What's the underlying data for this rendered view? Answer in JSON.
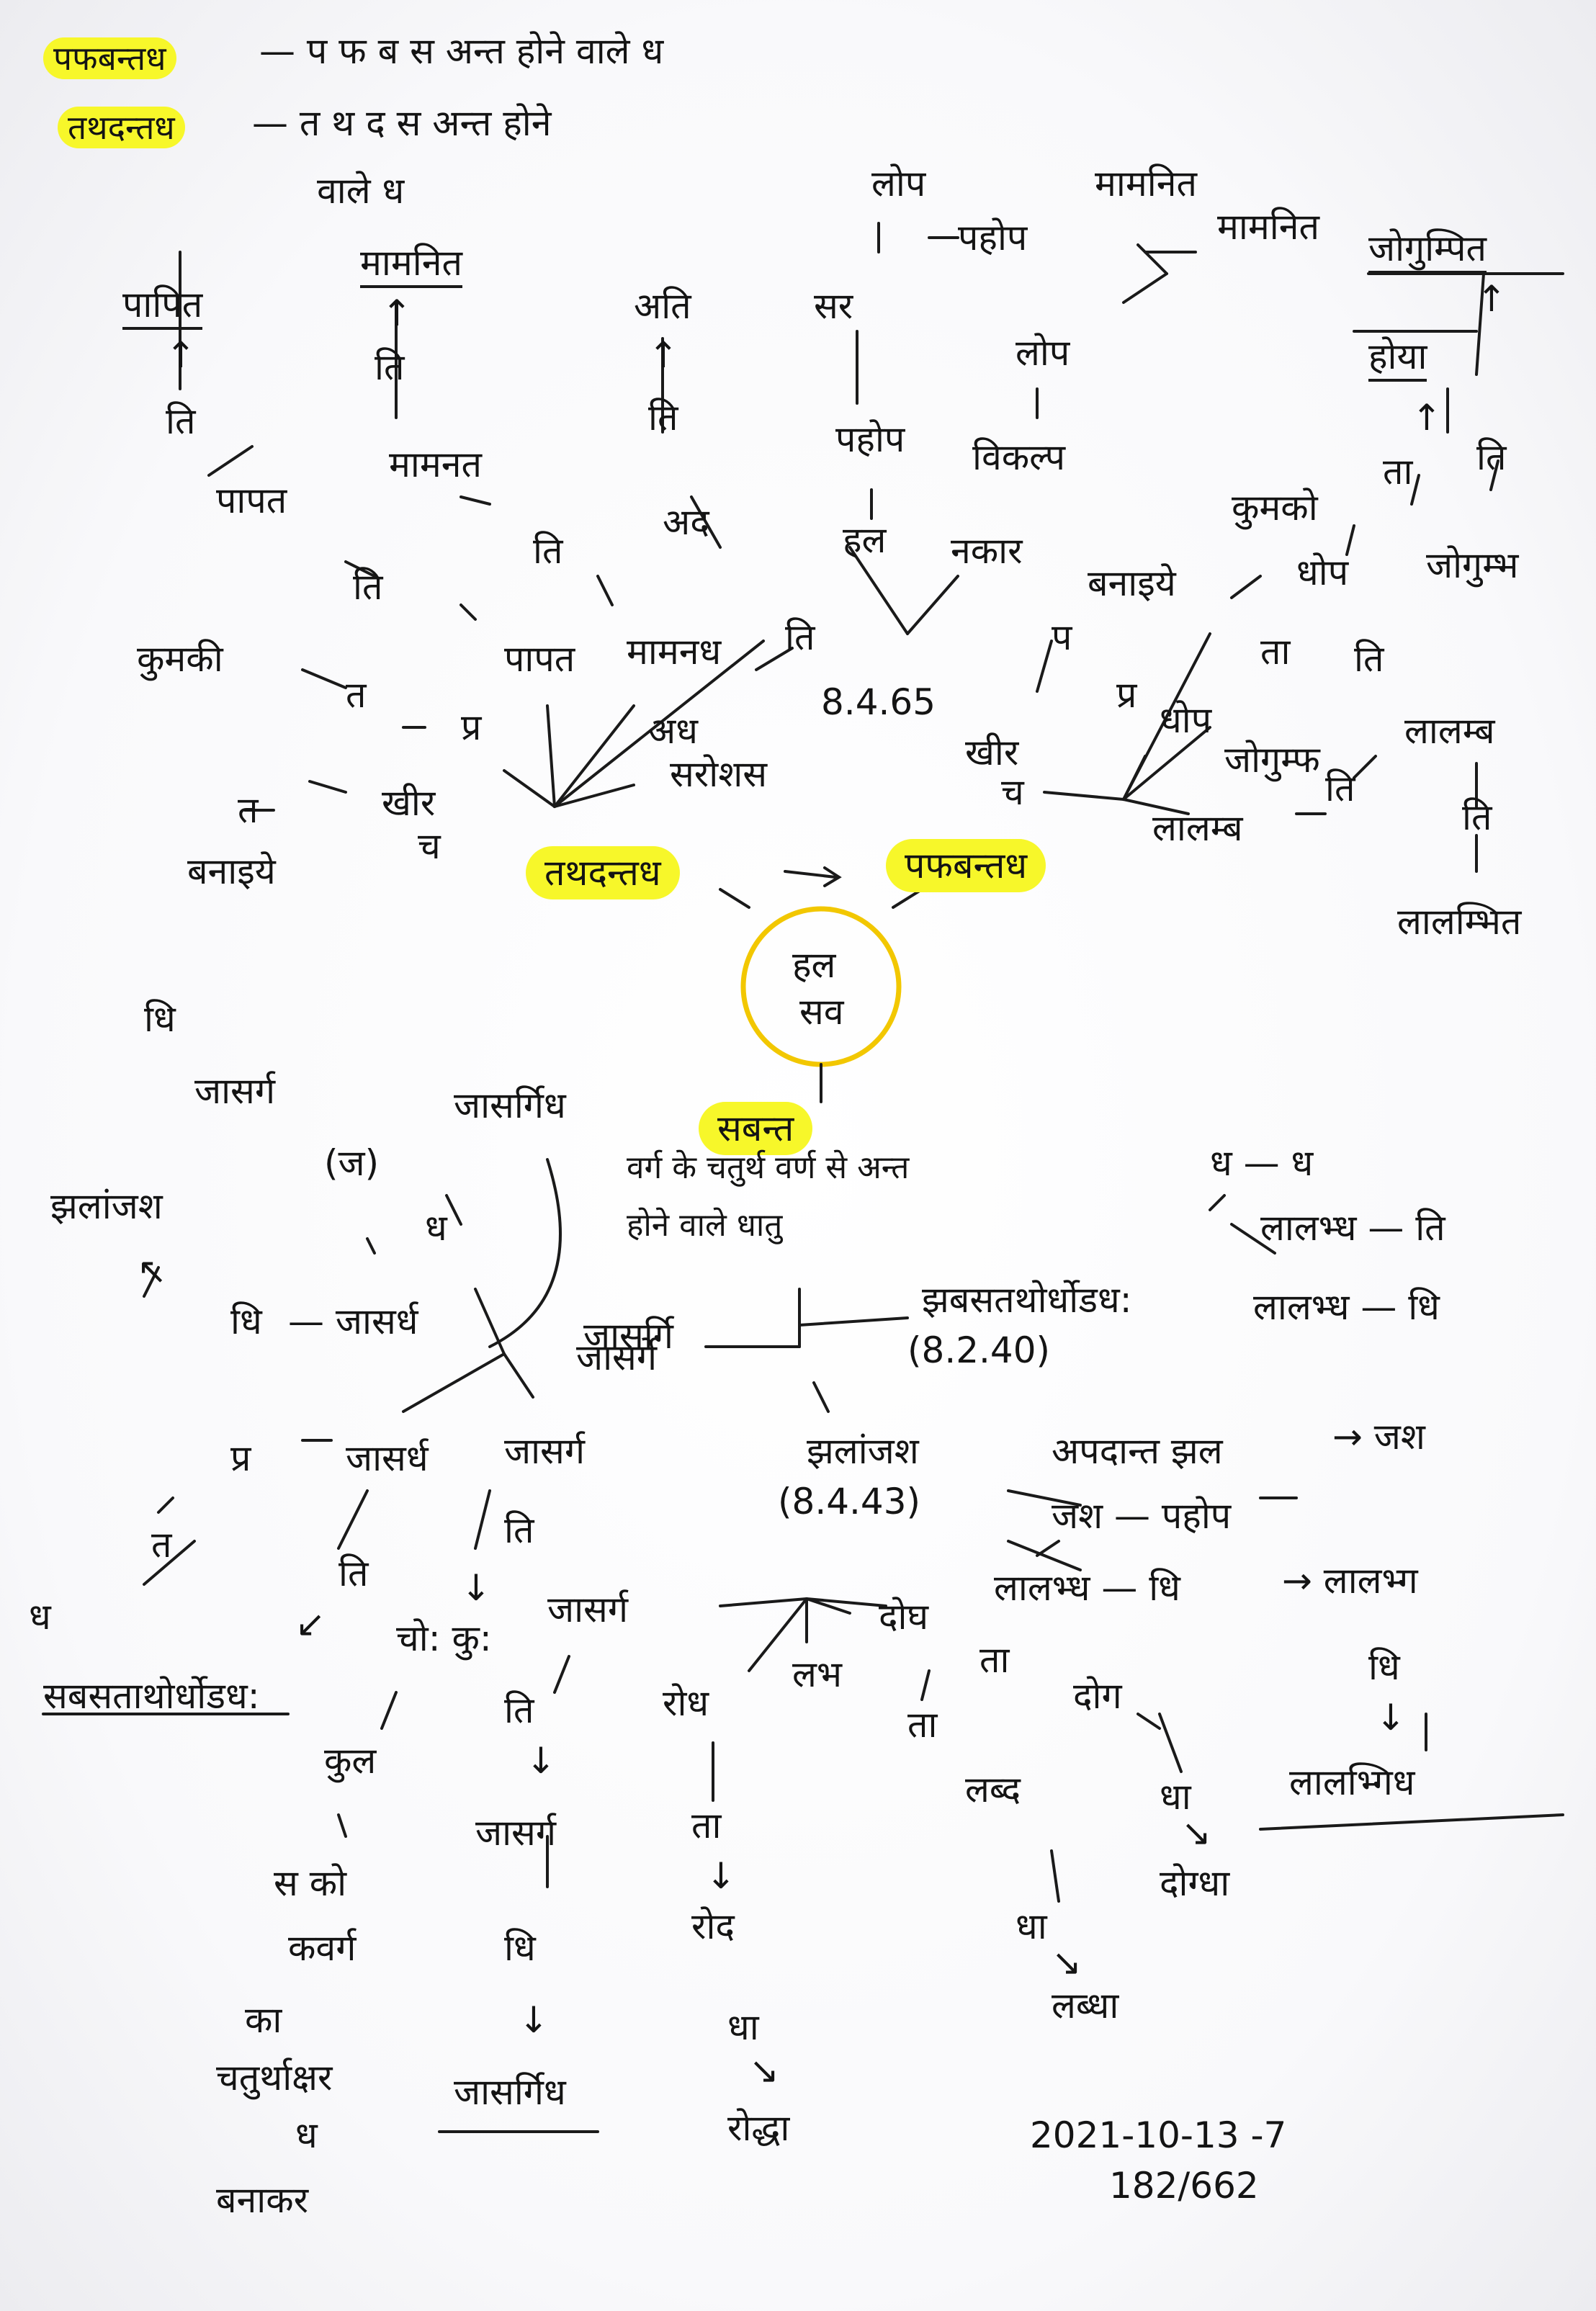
{
  "header": {
    "term1": "पफबन्तध",
    "def1": "— प फ ब स अन्त होने वाले ध",
    "term2": "तथदन्तध",
    "def2a": "— त थ द स अन्त होने",
    "def2b": "वाले ध"
  },
  "center": {
    "left_hl": "तथदन्तध",
    "right_hl": "पफबन्तध",
    "circle_l1": "हल",
    "circle_l2": "सव",
    "bottom_hl": "सबन्त",
    "bottom_note_1": "वर्ग के चतुर्थ वर्ण से अन्त",
    "bottom_note_2": "होने वाले धातु"
  },
  "upper_left": {
    "papit": "पापित",
    "ti1": "ति",
    "papat": "पापत",
    "mamanit": "मामनित",
    "ti2": "ति",
    "mamanat": "मामनत",
    "ati": "अति",
    "ti3": "ति",
    "ada": "अद",
    "ti4": "ति",
    "ti5": "ति",
    "ti6": "ति",
    "papat2": "पापत",
    "mamanadh": "मामनध",
    "ti7": "ति",
    "adh": "अध",
    "saroshas": "सरोशस",
    "kumaki": "कुमकी",
    "ta1": "त",
    "pra": "प्र",
    "t_": "त",
    "khir": "खीर",
    "cha": "च",
    "banaiye": "बनाइये"
  },
  "upper_mid": {
    "lop1": "लोप",
    "pahle": "पहोप",
    "mamanit2": "मामनित",
    "mamanit3": "मामनित",
    "sar": "सर",
    "lop2": "लोप",
    "pahle2": "पहोप",
    "vikalp": "विकल्प",
    "hal": "हल",
    "nakar": "नकार",
    "ref": "8.4.65"
  },
  "upper_right": {
    "jogumpit": "जोगुम्पित",
    "hoya": "होया",
    "kumako": "कुमको",
    "ta2": "ता",
    "ti8": "ति",
    "banaiye2": "बनाइये",
    "dhop": "धोप",
    "jogumbh": "जोगुम्भ",
    "pra2": "प",
    "pra3": "प्र",
    "dhop2": "धोप",
    "ta3": "ता",
    "ti9": "ति",
    "khir2": "खीर",
    "cha2": "च",
    "jogumph": "जोगुम्फ",
    "lalabh": "लालम्ब",
    "lalabh2": "लालम्ब",
    "ti10": "ति",
    "ti11": "ति",
    "lalabhit": "लालम्भित"
  },
  "lower_left": {
    "dhi1": "धि",
    "jasarg1": "जासर्ग",
    "ja": "(ज)",
    "dh1": "ध",
    "jasidhi": "जासर्गिध",
    "shalojash": "झलांजश",
    "dhi2": "धि",
    "jasadh": "— जासर्ध",
    "jasarg2": "जासर्गे",
    "pra4": "प्र",
    "jasadh2": "जासर्ध",
    "jasarg3": "जासर्ग",
    "ta4": "त",
    "ti12": "ति",
    "ti13": "ति",
    "dh2": "ध",
    "cho_ku": "चो: कु:",
    "sabsatha": "सबसताथोर्धोडध:",
    "kul": "कुल",
    "s_ko": "स को",
    "kavarg": "कवर्ग",
    "ka": "का",
    "chaturtha": "चतुर्थाक्षर",
    "dh3": "ध",
    "banakar": "बनाकर"
  },
  "lower_mid": {
    "jasarg_top": "जासर्गि",
    "sabsatha2": "झबसतथोर्धोडध:",
    "ref2": "(8.2.40)",
    "jhalonjash": "झलांजश",
    "ref3": "(8.4.43)",
    "jasarg4": "जासर्ग",
    "ti14": "ति",
    "jasarg5": "जासर्ग",
    "dhi3": "धि",
    "jasidhi2": "जासर्गिध",
    "rodh": "रोध",
    "ta5": "ता",
    "rodd": "रोद",
    "dha1": "धा",
    "rodha": "रोद्धा",
    "labh": "लभ",
    "ta6": "ता",
    "labd": "लब्द",
    "dha2": "धा",
    "labdha": "लब्धा",
    "dogh": "दोघ",
    "ta7": "ता",
    "dog": "दोग",
    "dha3": "धा",
    "dogdha": "दोग्धा"
  },
  "lower_right": {
    "dh_dh": "ध — ध",
    "lalabh_ti": "लालभ्ध — ति",
    "lalabh_dhi": "लालभ्ध — धि",
    "apadant": "अपदान्त झल",
    "arrow_jash": "→ जश",
    "jash_pahle": "जश — पहोप",
    "lalabh_dhi2": "लालभ्ध — धि",
    "arrow_lalabh": "→ लालभ्ग",
    "dhi4": "धि",
    "lalabhgdhi": "लालभ्गिध"
  },
  "footer": {
    "date": "2021-10-13 -7",
    "page": "182/662"
  }
}
